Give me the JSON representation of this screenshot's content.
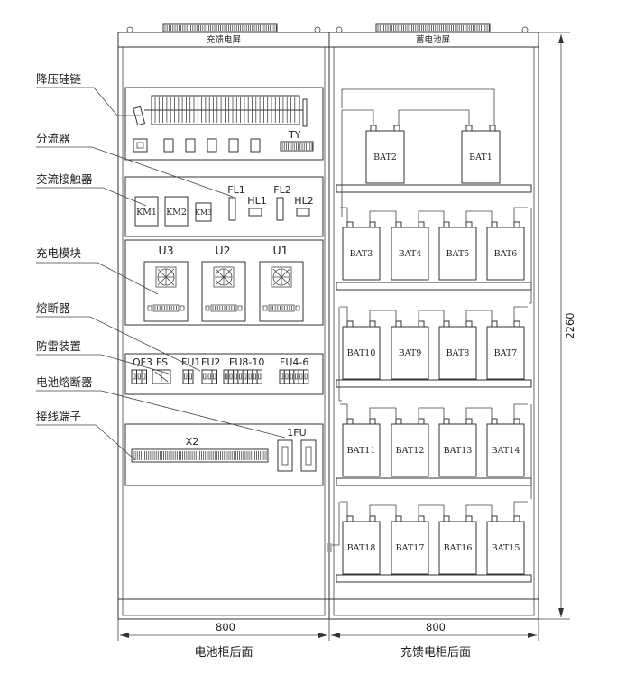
{
  "left_cabinet": {
    "top_label": "充馈电屏",
    "bottom_caption": "电池柜后面",
    "width_dim": "800"
  },
  "right_cabinet": {
    "top_label": "蓄电池屏",
    "bottom_caption": "充馈电柜后面",
    "width_dim": "800",
    "height_dim": "2260"
  },
  "callouts": [
    {
      "id": "rectifier",
      "text": "降压硅链"
    },
    {
      "id": "shunt",
      "text": "分流器"
    },
    {
      "id": "contactor",
      "text": "交流接触器"
    },
    {
      "id": "charger",
      "text": "充电模块"
    },
    {
      "id": "fuse",
      "text": "熔断器"
    },
    {
      "id": "surge",
      "text": "防雷装置"
    },
    {
      "id": "battery_fuse",
      "text": "电池熔断器"
    },
    {
      "id": "terminal",
      "text": "接线端子"
    }
  ],
  "components": {
    "ty": "TY",
    "fl1": "FL1",
    "fl2": "FL2",
    "hl1": "HL1",
    "hl2": "HL2",
    "km1": "KM1",
    "km2": "KM2",
    "km3": "KM3",
    "u3": "U3",
    "u2": "U2",
    "u1": "U1",
    "qf3": "QF3",
    "fs": "FS",
    "fu1": "FU1",
    "fu2": "FU2",
    "fu8_10": "FU8-10",
    "fu4_6": "FU4-6",
    "x2": "X2",
    "fu_1": "1FU"
  },
  "batteries": {
    "row1": [
      "BAT2",
      "BAT1"
    ],
    "row2": [
      "BAT3",
      "BAT4",
      "BAT5",
      "BAT6"
    ],
    "row3": [
      "BAT10",
      "BAT9",
      "BAT8",
      "BAT7"
    ],
    "row4": [
      "BAT11",
      "BAT12",
      "BAT13",
      "BAT14"
    ],
    "row5": [
      "BAT18",
      "BAT17",
      "BAT16",
      "BAT15"
    ]
  }
}
